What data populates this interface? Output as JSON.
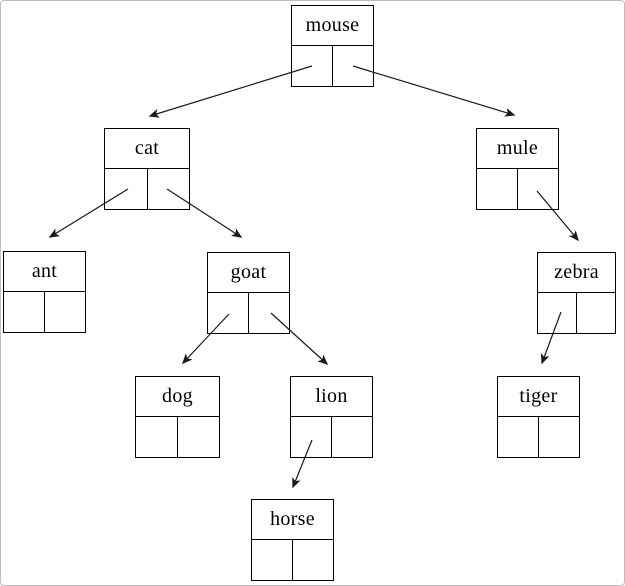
{
  "diagram": {
    "type": "binary-search-tree",
    "nodes": [
      {
        "id": "mouse",
        "label": "mouse"
      },
      {
        "id": "cat",
        "label": "cat"
      },
      {
        "id": "mule",
        "label": "mule"
      },
      {
        "id": "ant",
        "label": "ant"
      },
      {
        "id": "goat",
        "label": "goat"
      },
      {
        "id": "zebra",
        "label": "zebra"
      },
      {
        "id": "dog",
        "label": "dog"
      },
      {
        "id": "lion",
        "label": "lion"
      },
      {
        "id": "tiger",
        "label": "tiger"
      },
      {
        "id": "horse",
        "label": "horse"
      }
    ],
    "edges": [
      {
        "from": "mouse",
        "pointer": "left",
        "to": "cat"
      },
      {
        "from": "mouse",
        "pointer": "right",
        "to": "mule"
      },
      {
        "from": "cat",
        "pointer": "left",
        "to": "ant"
      },
      {
        "from": "cat",
        "pointer": "right",
        "to": "goat"
      },
      {
        "from": "goat",
        "pointer": "left",
        "to": "dog"
      },
      {
        "from": "goat",
        "pointer": "right",
        "to": "lion"
      },
      {
        "from": "lion",
        "pointer": "left",
        "to": "horse"
      },
      {
        "from": "mule",
        "pointer": "right",
        "to": "zebra"
      },
      {
        "from": "zebra",
        "pointer": "left",
        "to": "tiger"
      }
    ],
    "colors": {
      "node_border": "#000000",
      "arrow": "#1a1a1a",
      "frame_border": "#bdbdbd",
      "background": "#ffffff"
    }
  }
}
